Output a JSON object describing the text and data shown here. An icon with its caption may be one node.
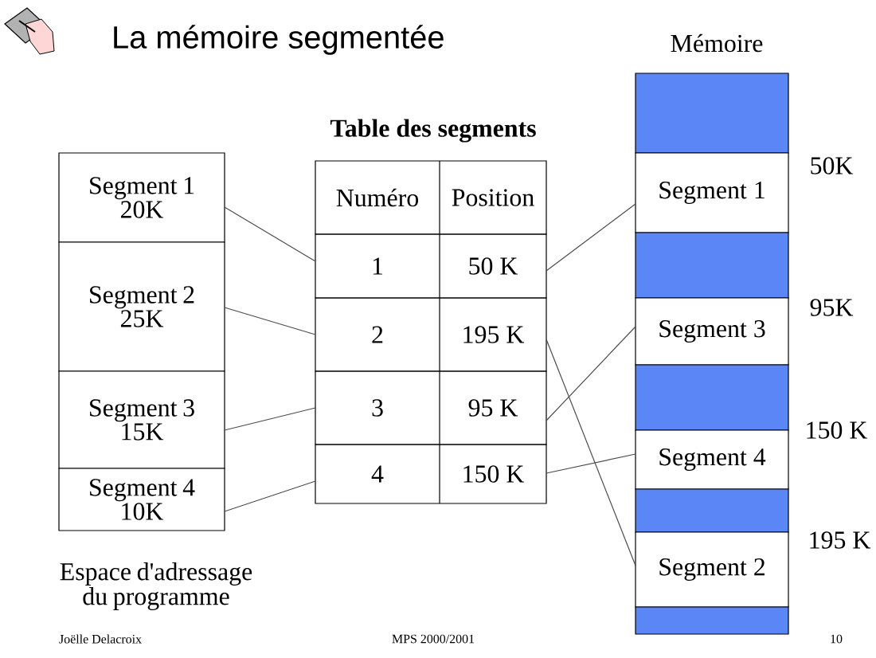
{
  "diagram": {
    "title": "La mémoire segmentée",
    "nodes": [
      {
        "text": [
          "Segment 1",
          "20K"
        ]
      },
      {
        "text": [
          "Segment 2",
          "25K"
        ]
      },
      {
        "text": [
          "Segment 3",
          "15K"
        ]
      },
      {
        "text": [
          "Segment 4",
          "10K"
        ]
      },
      {
        "text": [
          "Numéro",
          "Position"
        ]
      },
      {
        "text": [
          "1",
          "50 K"
        ]
      },
      {
        "text": [
          "2",
          "195 K"
        ]
      },
      {
        "text": [
          "3",
          "95 K"
        ]
      },
      {
        "text": [
          "4",
          "150 K"
        ]
      },
      {
        "text": [],
        "shape": "box"
      },
      {
        "text": [
          "Segment 1"
        ]
      },
      {
        "text": [],
        "shape": "box"
      },
      {
        "text": [
          "Segment 3"
        ]
      },
      {
        "text": [],
        "shape": "box"
      },
      {
        "text": [
          "Segment 4"
        ]
      },
      {
        "text": [],
        "shape": "box"
      },
      {
        "text": [
          "Segment 2"
        ]
      },
      {
        "text": [],
        "shape": "box"
      }
    ],
    "edges": [
      {
        "from": 0,
        "to": 5,
        "arrow": "none"
      },
      {
        "from": 1,
        "to": 6,
        "arrow": "none"
      },
      {
        "from": 2,
        "to": 7,
        "arrow": "none"
      },
      {
        "from": 3,
        "to": 8,
        "arrow": "none"
      },
      {
        "from": 5,
        "to": 10,
        "arrow": "none"
      },
      {
        "from": 6,
        "to": 16,
        "arrow": "none"
      },
      {
        "from": 7,
        "to": 12,
        "arrow": "none"
      },
      {
        "from": 8,
        "to": 14,
        "arrow": "none"
      }
    ],
    "labels": [
      "Mémoire",
      "Table des segments",
      "50K",
      "95K",
      "150 K",
      "195 K",
      "Espace d'adressage du programme",
      "Joëlle Delacroix",
      "MPS 2000/2001",
      "10"
    ]
  }
}
